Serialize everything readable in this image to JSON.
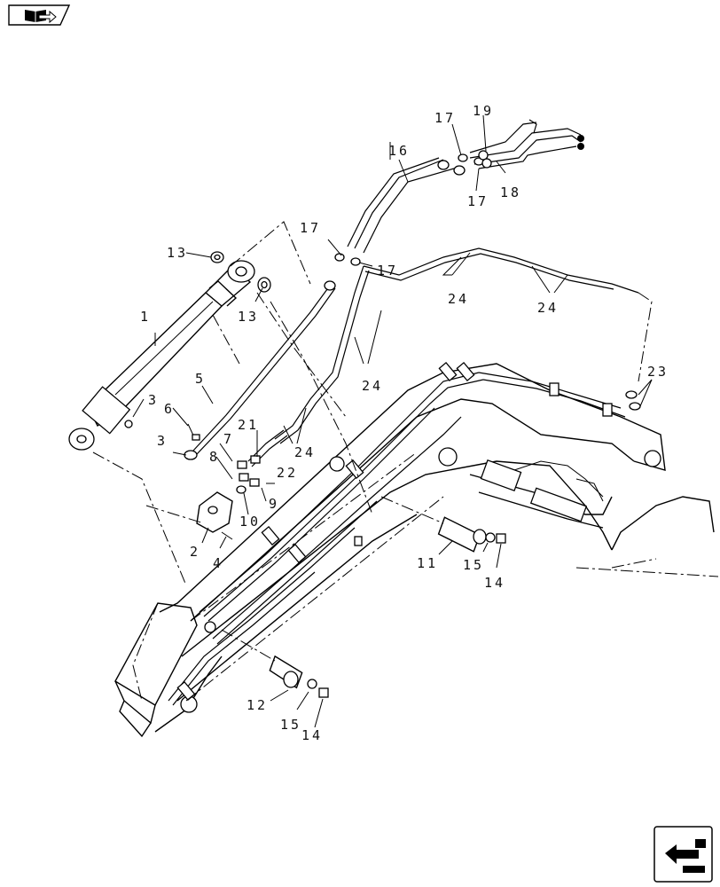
{
  "nav": {
    "home_icon": "book-arrow-icon",
    "back_icon": "left-arrow-icon"
  },
  "parts": [
    {
      "id": "p1",
      "text": "1"
    },
    {
      "id": "p2",
      "text": "2"
    },
    {
      "id": "p3a",
      "text": "3"
    },
    {
      "id": "p3b",
      "text": "3"
    },
    {
      "id": "p4",
      "text": "4"
    },
    {
      "id": "p5",
      "text": "5"
    },
    {
      "id": "p6",
      "text": "6"
    },
    {
      "id": "p7",
      "text": "7"
    },
    {
      "id": "p8",
      "text": "8"
    },
    {
      "id": "p9",
      "text": "9"
    },
    {
      "id": "p10",
      "text": "10"
    },
    {
      "id": "p11",
      "text": "11"
    },
    {
      "id": "p12",
      "text": "12"
    },
    {
      "id": "p13a",
      "text": "13"
    },
    {
      "id": "p13b",
      "text": "13"
    },
    {
      "id": "p14a",
      "text": "14"
    },
    {
      "id": "p14b",
      "text": "14"
    },
    {
      "id": "p15a",
      "text": "15"
    },
    {
      "id": "p15b",
      "text": "15"
    },
    {
      "id": "p16",
      "text": "16"
    },
    {
      "id": "p17a",
      "text": "17"
    },
    {
      "id": "p17b",
      "text": "17"
    },
    {
      "id": "p17c",
      "text": "17"
    },
    {
      "id": "p17d",
      "text": "17"
    },
    {
      "id": "p18",
      "text": "18"
    },
    {
      "id": "p19",
      "text": "19"
    },
    {
      "id": "p21",
      "text": "21"
    },
    {
      "id": "p22",
      "text": "22"
    },
    {
      "id": "p23",
      "text": "23"
    },
    {
      "id": "p24a",
      "text": "24"
    },
    {
      "id": "p24b",
      "text": "24"
    },
    {
      "id": "p24c",
      "text": "24"
    },
    {
      "id": "p24d",
      "text": "24"
    }
  ]
}
